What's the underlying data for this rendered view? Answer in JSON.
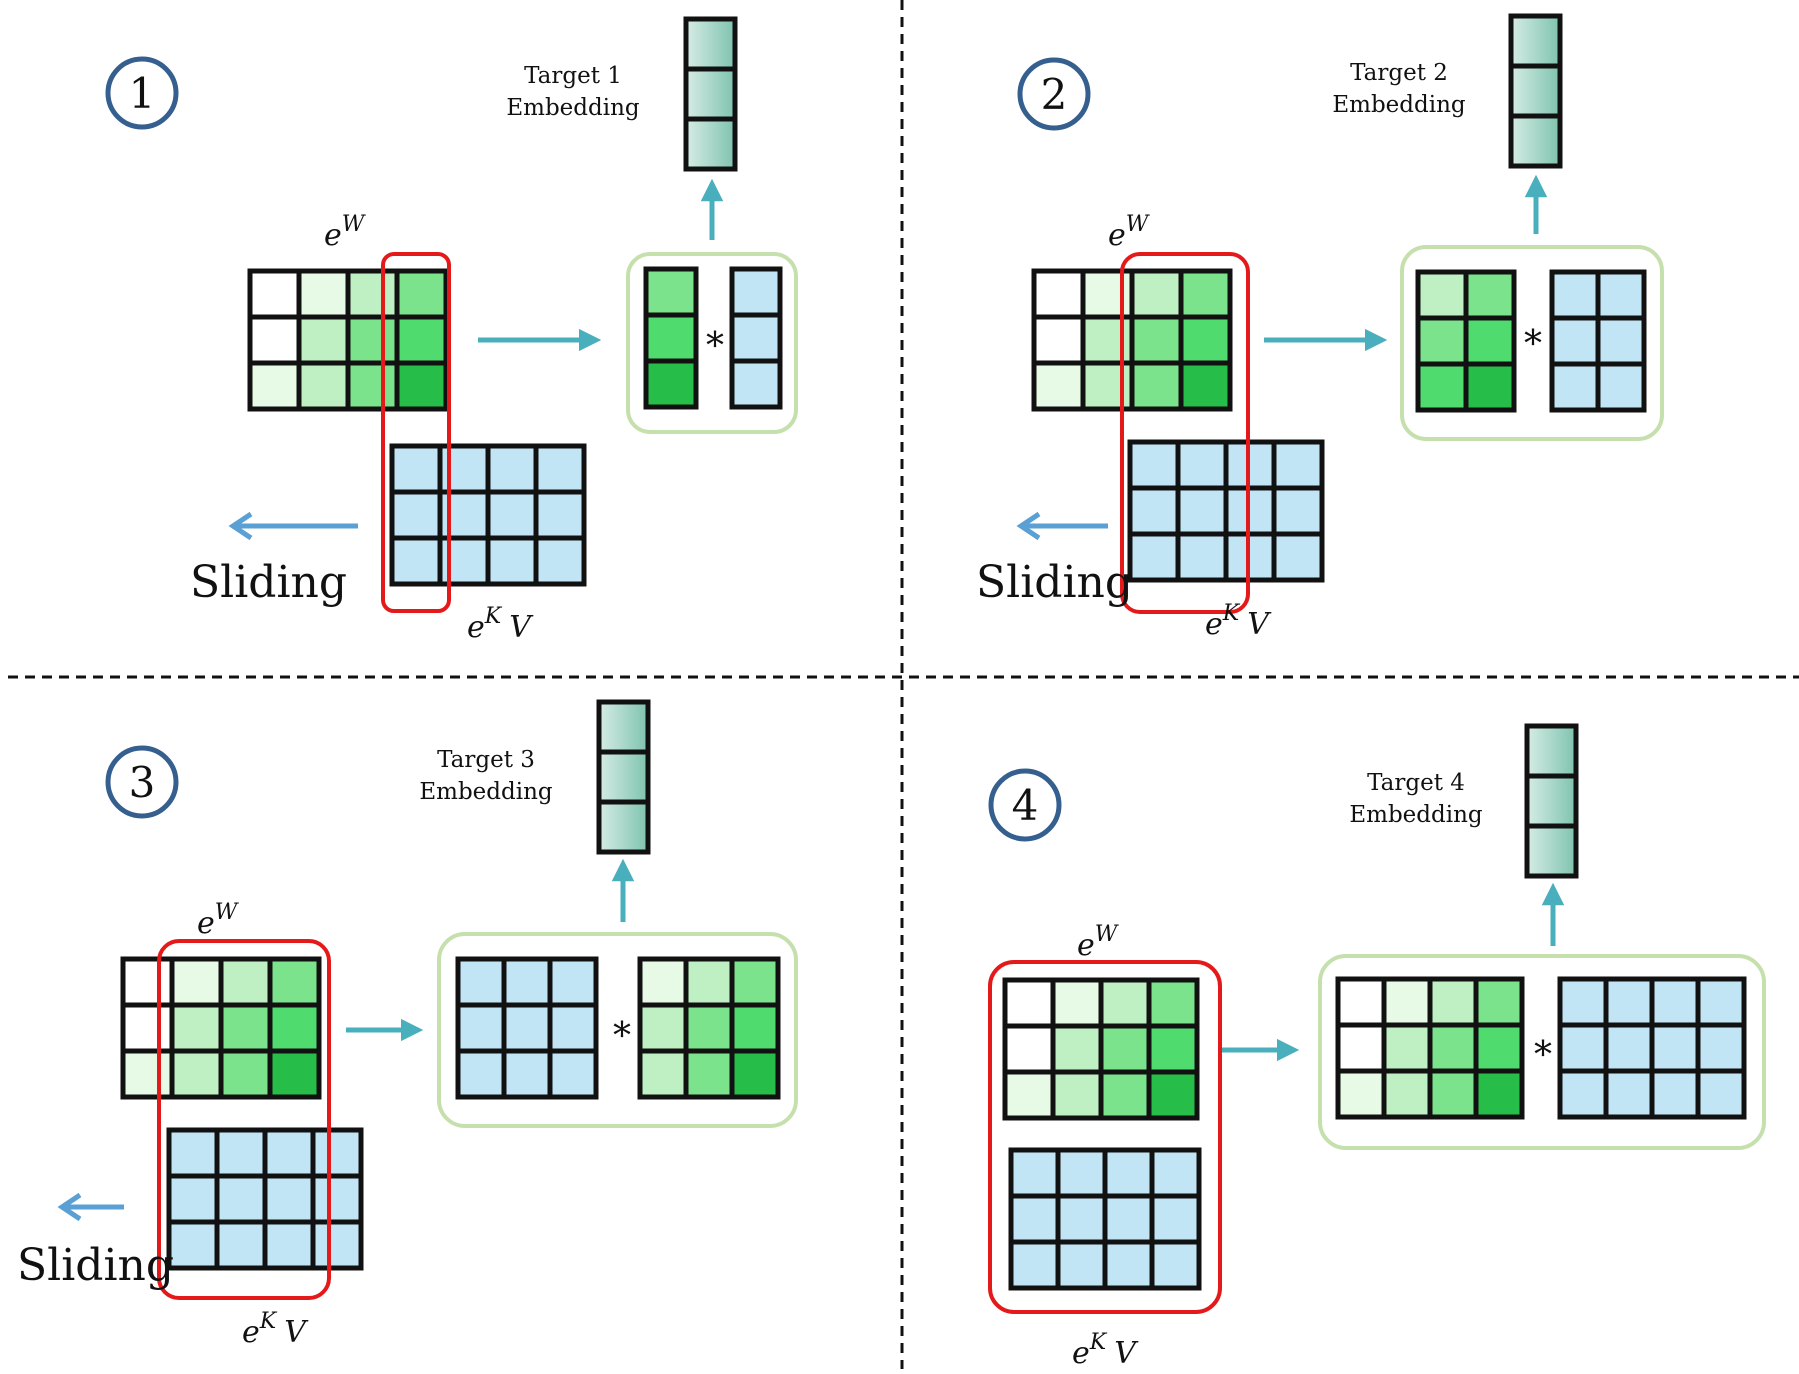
{
  "colors": {
    "grid_border": "#111111",
    "white": "#ffffff",
    "green_1": "#e6fae6",
    "green_2": "#bff0c4",
    "green_3": "#7ae38c",
    "green_4": "#4fdb6e",
    "green_5": "#26be48",
    "blue_cell": "#c2e5f5",
    "teal_cell_light": "#d6ece5",
    "teal_cell_dark": "#7ec3ae",
    "red_box": "#e41a1a",
    "green_box": "#c5e0ad",
    "arrow_teal": "#4aafbd",
    "arrow_blue": "#5aa0d4",
    "circle_stroke": "#355f8f",
    "divider": "#111111"
  },
  "panels": [
    {
      "step": "1",
      "target_line1": "Target 1",
      "target_line2": "Embedding",
      "ew_base": "e",
      "ew_sup": "W",
      "ekv_base": "e",
      "ekv_sup": "K",
      "ekv_tail": "V",
      "sliding": "Sliding",
      "operator": "*"
    },
    {
      "step": "2",
      "target_line1": "Target 2",
      "target_line2": "Embedding",
      "ew_base": "e",
      "ew_sup": "W",
      "ekv_base": "e",
      "ekv_sup": "K",
      "ekv_tail": "V",
      "sliding": "Sliding",
      "operator": "*"
    },
    {
      "step": "3",
      "target_line1": "Target 3",
      "target_line2": "Embedding",
      "ew_base": "e",
      "ew_sup": "W",
      "ekv_base": "e",
      "ekv_sup": "K",
      "ekv_tail": "V",
      "sliding": "Sliding",
      "operator": "*"
    },
    {
      "step": "4",
      "target_line1": "Target 4",
      "target_line2": "Embedding",
      "ew_base": "e",
      "ew_sup": "W",
      "ekv_base": "e",
      "ekv_sup": "K",
      "ekv_tail": "V",
      "sliding": "",
      "operator": "*"
    }
  ]
}
